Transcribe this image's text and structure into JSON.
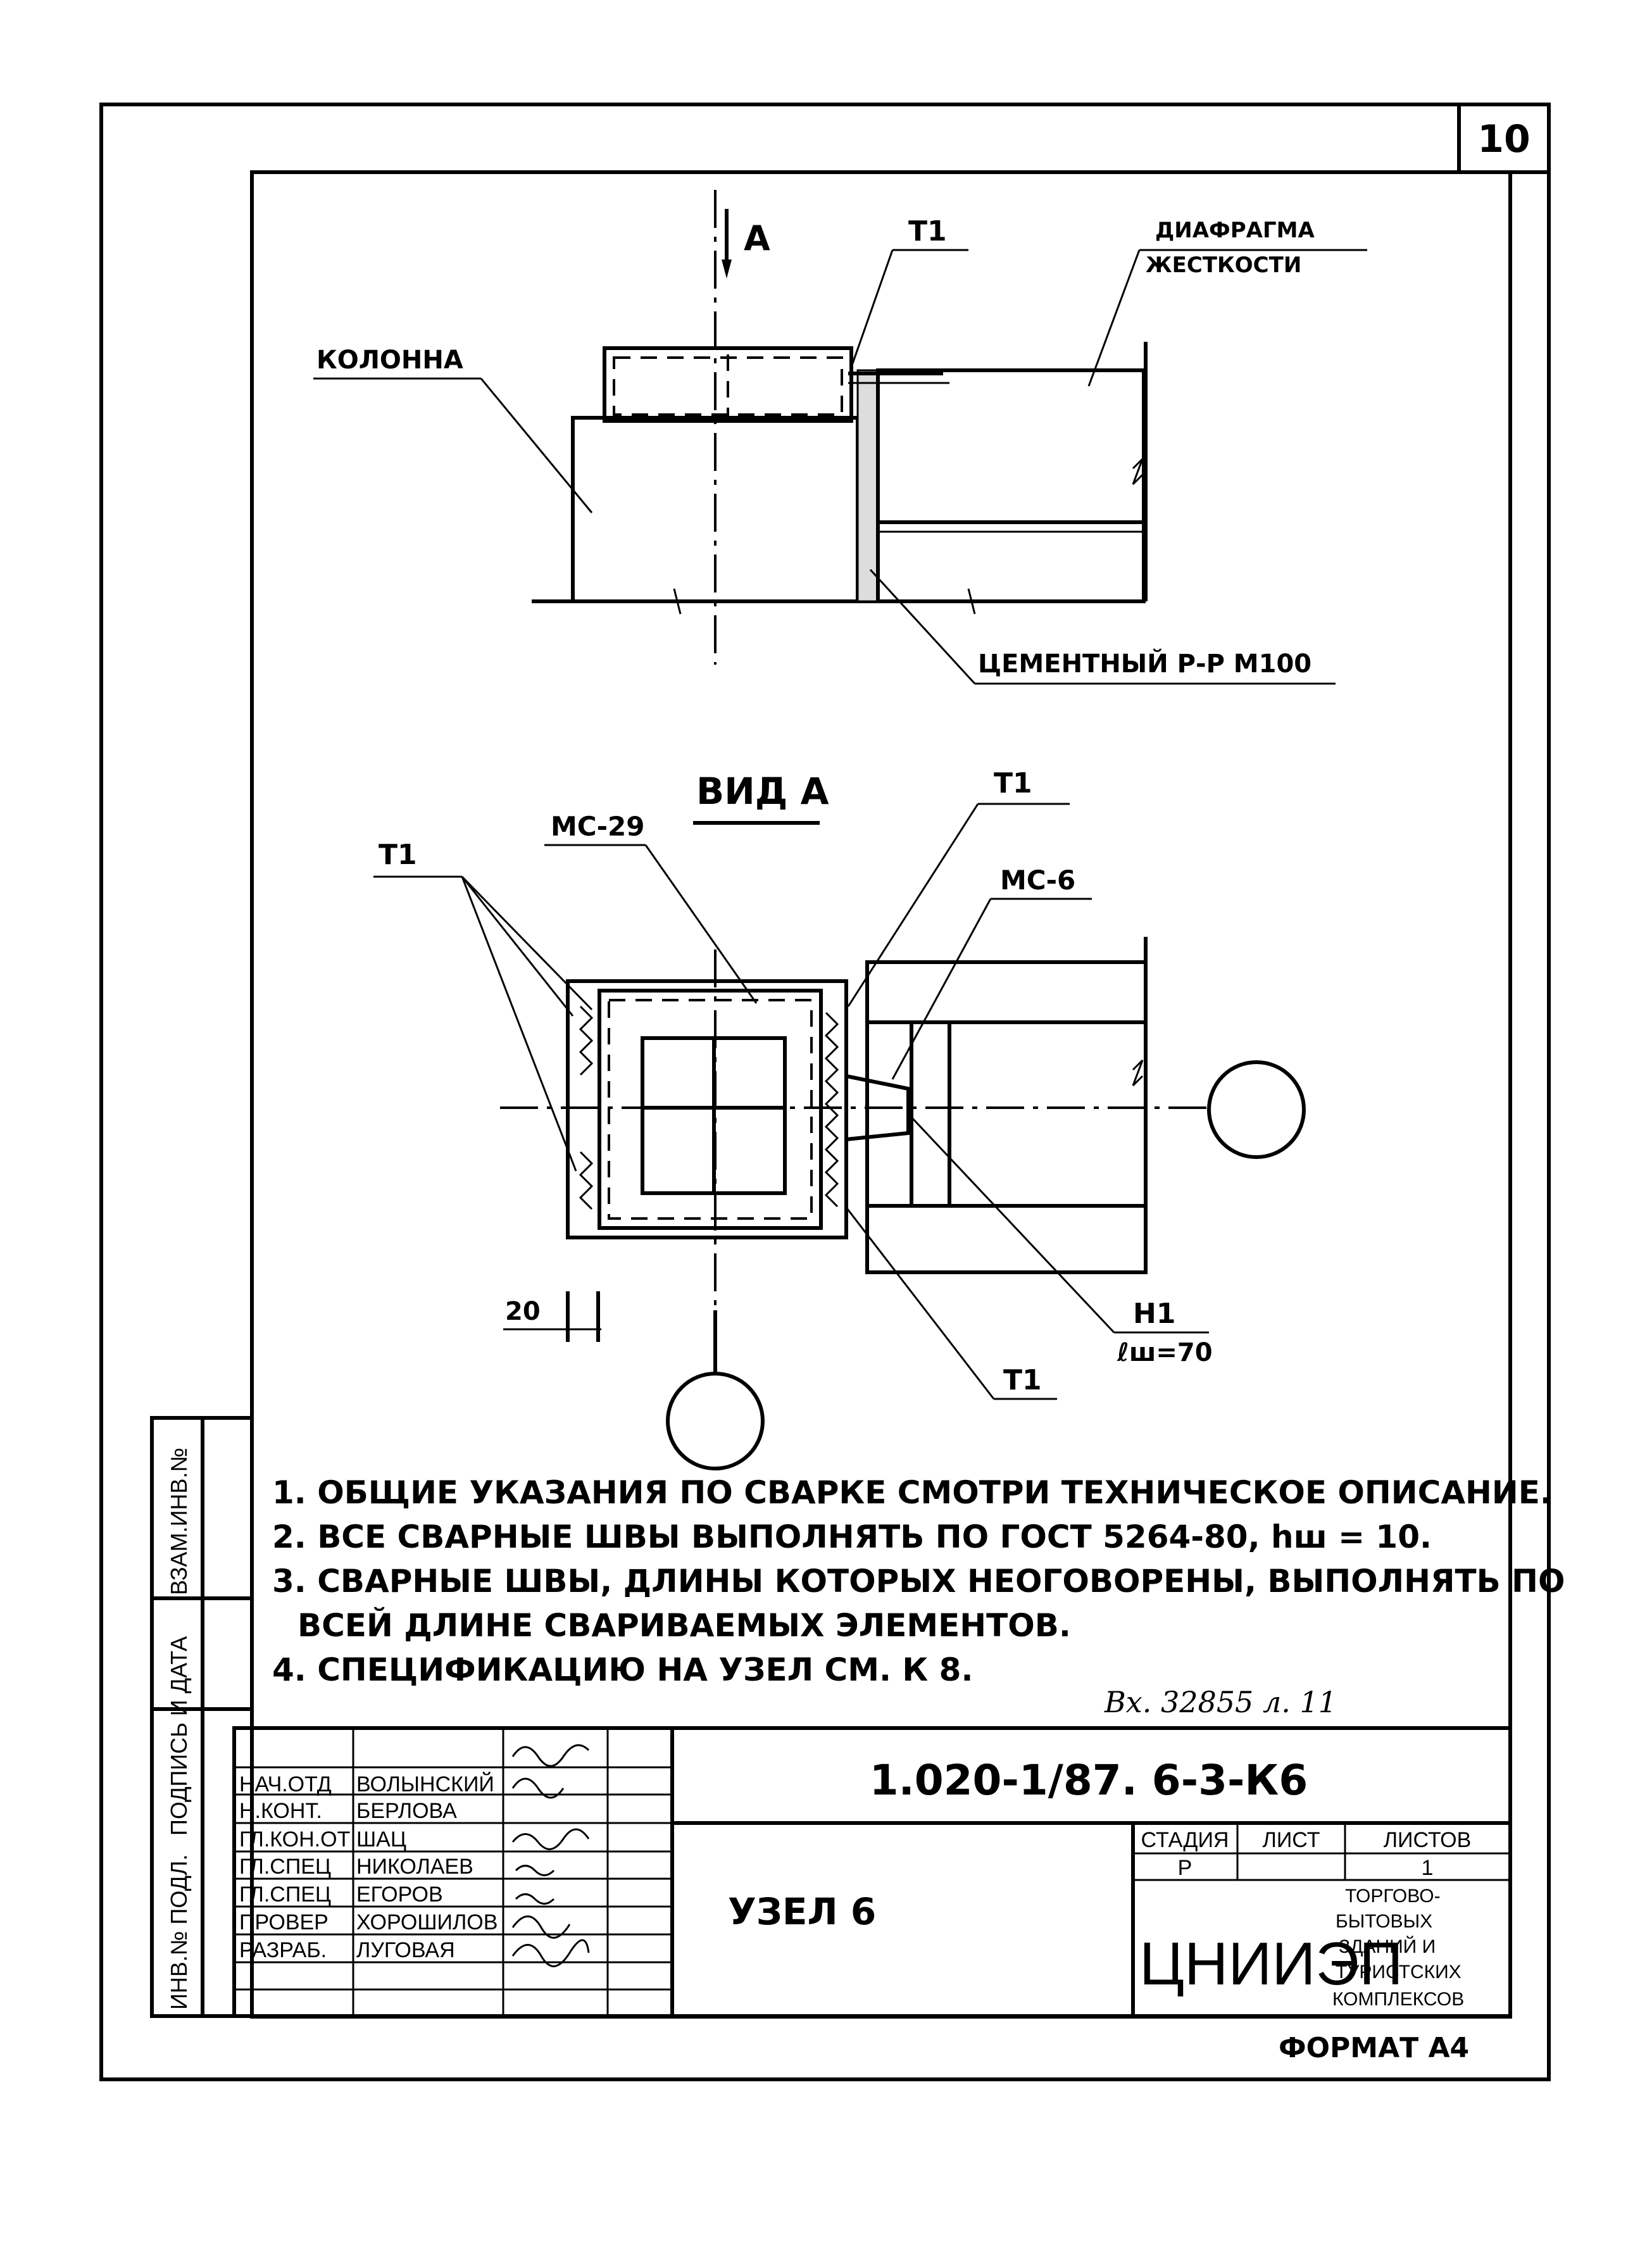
{
  "sheet": {
    "number": "10",
    "format": "ФОРМАТ А4",
    "incoming": "Вх. 32855 л. 11"
  },
  "top_view": {
    "section_mark": "А",
    "column_label": "КОЛОННА",
    "diaphragm_label_1": "ДИАФРАГМА",
    "diaphragm_label_2": "ЖЕСТКОСТИ",
    "weld_label": "Т1",
    "cement_label": "ЦЕМЕНТНЫЙ Р-Р М100"
  },
  "view_a": {
    "title": "ВИД А",
    "part_mc29": "МС-29",
    "part_mc6": "МС-6",
    "weld_t1_left": "Т1",
    "weld_t1_top": "Т1",
    "weld_t1_bottom": "Т1",
    "weld_h1": "Н1",
    "weld_h1_len": "ℓш=70",
    "dim_20": "20"
  },
  "notes": [
    "1. ОБЩИЕ УКАЗАНИЯ ПО СВАРКЕ СМОТРИ ТЕХНИЧЕСКОЕ ОПИСАНИЕ.",
    "2. ВСЕ СВАРНЫЕ ШВЫ ВЫПОЛНЯТЬ ПО ГОСТ 5264-80, hш = 10.",
    "3. СВАРНЫЕ ШВЫ, ДЛИНЫ КОТОРЫХ НЕОГОВОРЕНЫ, ВЫПОЛНЯТЬ ПО",
    "ВСЕЙ ДЛИНЕ СВАРИВАЕМЫХ ЭЛЕМЕНТОВ.",
    "4. СПЕЦИФИКАЦИЮ НА УЗЕЛ СМ. К 8."
  ],
  "side_stamp": {
    "cells": [
      "ИНВ.№ ПОДЛ.",
      "ПОДПИСЬ И ДАТА",
      "ВЗАМ.ИНВ.№"
    ]
  },
  "title_block": {
    "designation": "1.020-1/87. 6-3-К6",
    "sheet_title": "УЗЕЛ 6",
    "roles": [
      {
        "role": "НАЧ.ОТД",
        "name": "ВОЛЫНСКИЙ"
      },
      {
        "role": "Н.КОНТ.",
        "name": "БЕРЛОВА"
      },
      {
        "role": "ГЛ.КОН.ОТ",
        "name": "ШАЦ"
      },
      {
        "role": "ГЛ.СПЕЦ",
        "name": "НИКОЛАЕВ"
      },
      {
        "role": "ГЛ.СПЕЦ",
        "name": "ЕГОРОВ"
      },
      {
        "role": "ПРОВЕР",
        "name": "ХОРОШИЛОВ"
      },
      {
        "role": "РАЗРАБ.",
        "name": "ЛУГОВАЯ"
      }
    ],
    "stage_header": "СТАДИЯ",
    "sheet_header": "ЛИСТ",
    "sheets_header": "ЛИСТОВ",
    "stage_value": "Р",
    "sheet_value": "",
    "sheets_value": "1",
    "org": "ЦНИИЭП",
    "org_desc_1": "ТОРГОВО-",
    "org_desc_2": "БЫТОВЫХ",
    "org_desc_3": "ЗДАНИЙ И",
    "org_desc_4": "ТУРИСТСКИХ",
    "org_desc_5": "КОМПЛЕКСОВ"
  }
}
